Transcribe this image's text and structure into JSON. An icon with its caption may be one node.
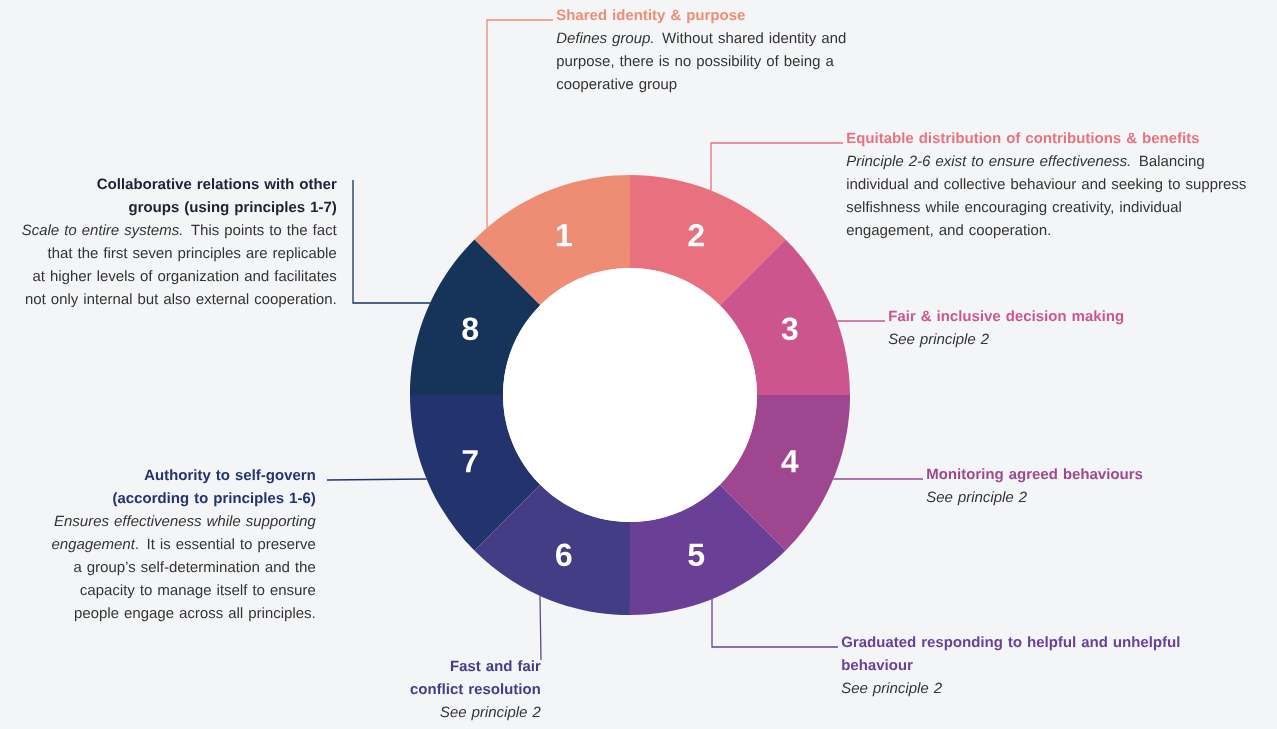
{
  "diagram": {
    "nodes": [
      {
        "text": [
          "1"
        ]
      },
      {
        "text": [
          "2"
        ]
      },
      {
        "text": [
          "3"
        ]
      },
      {
        "text": [
          "4"
        ]
      },
      {
        "text": [
          "5"
        ]
      },
      {
        "text": [
          "6"
        ]
      },
      {
        "text": [
          "7"
        ]
      },
      {
        "text": [
          "8"
        ]
      },
      {
        "text": [
          "Shared identity & purpose",
          "*Defines group.* Without shared identity and purpose, there is no possibility of being a cooperative group"
        ]
      },
      {
        "text": [
          "Equitable distribution of contributions & benefits",
          "*Principle 2-6 exist to ensure effectiveness.* Balancing individual and collective behaviour and seeking to suppress selfishness while encouraging creativity, individual engagement, and cooperation."
        ]
      },
      {
        "text": [
          "Fair & inclusive decision making",
          "See principle 2"
        ]
      },
      {
        "text": [
          "Monitoring agreed behaviours",
          "See principle 2"
        ]
      },
      {
        "text": [
          "Graduated responding to helpful and unhelpful behaviour",
          "See principle 2"
        ]
      },
      {
        "text": [
          "Fast and fair conflict resolution",
          "See principle 2"
        ]
      },
      {
        "text": [
          "Authority to self-govern (according to principles 1-6)",
          "*Ensures effectiveness while supporting engagement*. It is essential to preserve a group’s self-determination and the capacity to manage itself to ensure people engage across all principles."
        ]
      },
      {
        "text": [
          "Collaborative relations with other groups (using principles 1-7)",
          "*Scale to entire systems.* This points to the fact that the first seven principles are replicable at higher levels of organization and facilitates not only internal but also external cooperation."
        ]
      },
      {
        "text": [],
        "shape": "circle"
      }
    ],
    "edges": [
      {
        "from": 8,
        "to": 0,
        "arrow": "none",
        "color": "#ee8c74"
      },
      {
        "from": 9,
        "to": 1,
        "arrow": "none",
        "color": "#e8707f"
      },
      {
        "from": 10,
        "to": 2,
        "arrow": "none",
        "color": "#cc558d"
      },
      {
        "from": 11,
        "to": 3,
        "arrow": "none",
        "color": "#9e4790"
      },
      {
        "from": 12,
        "to": 4,
        "arrow": "none",
        "color": "#6a4096"
      },
      {
        "from": 13,
        "to": 5,
        "arrow": "none",
        "color": "#5a4a90"
      },
      {
        "from": 14,
        "to": 6,
        "arrow": "none",
        "color": "#22336e"
      },
      {
        "from": 15,
        "to": 7,
        "arrow": "none",
        "color": "#163459"
      }
    ]
  }
}
